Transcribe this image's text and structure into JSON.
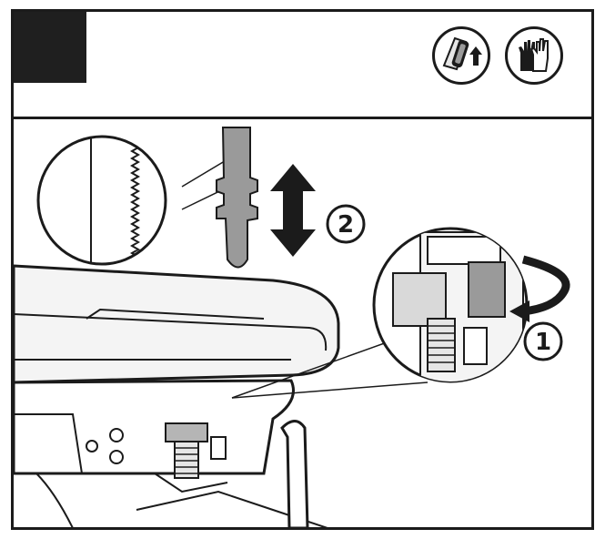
{
  "header": {
    "step_block": "dark-step-block",
    "icons": [
      "blade-insert-icon",
      "gloves-icon"
    ]
  },
  "callouts": {
    "label_1": "1",
    "label_2": "2"
  },
  "colors": {
    "ink": "#1b1b1b",
    "blade_gray": "#9a9a9a",
    "clamp_gray": "#b5b5b5",
    "light_fill": "#e6e6e6"
  }
}
